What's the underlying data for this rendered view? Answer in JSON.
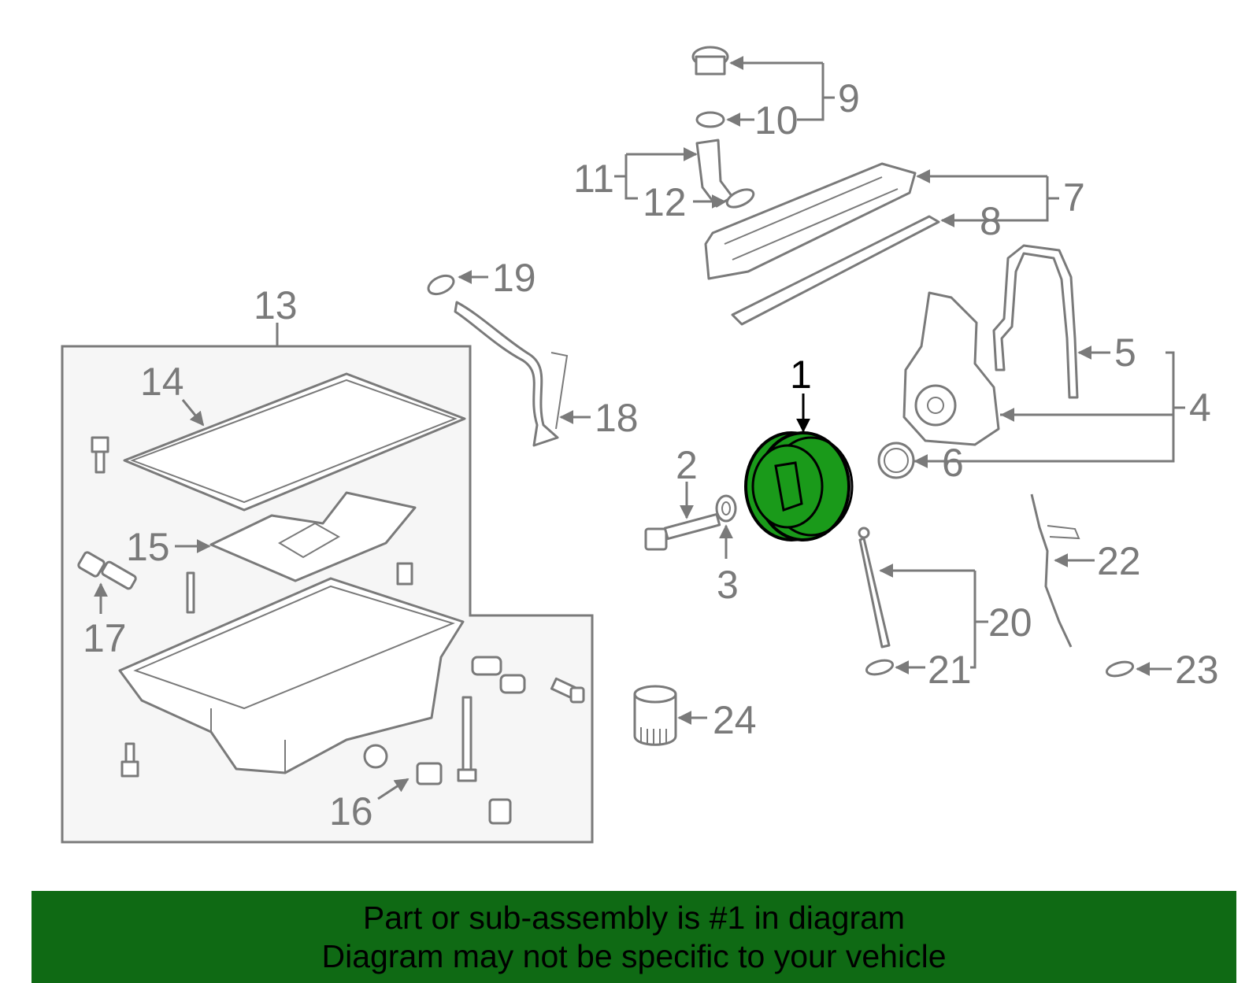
{
  "callouts": {
    "c1": "1",
    "c2": "2",
    "c3": "3",
    "c4": "4",
    "c5": "5",
    "c6": "6",
    "c7": "7",
    "c8": "8",
    "c9": "9",
    "c10": "10",
    "c11": "11",
    "c12": "12",
    "c13": "13",
    "c14": "14",
    "c15": "15",
    "c16": "16",
    "c17": "17",
    "c18": "18",
    "c19": "19",
    "c20": "20",
    "c21": "21",
    "c22": "22",
    "c23": "23",
    "c24": "24"
  },
  "banner": {
    "line1": "Part or sub-assembly is #1 in diagram",
    "line2": "Diagram may not be specific to your vehicle"
  },
  "colors": {
    "highlight_part": "#1a9a1a",
    "banner": "#0f6a14",
    "line": "#7a7a7a"
  }
}
